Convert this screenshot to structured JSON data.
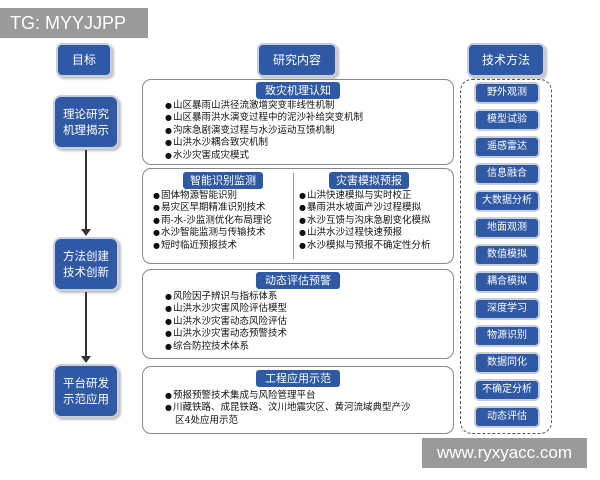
{
  "watermarks": {
    "top_left": "TG: MYYJJPP",
    "bottom_right": "www.ryxyacc.com"
  },
  "headers": {
    "goal": "目标",
    "content": "研究内容",
    "method": "技术方法"
  },
  "stages": [
    {
      "line1": "理论研究",
      "line2": "机理揭示"
    },
    {
      "line1": "方法创建",
      "line2": "技术创新"
    },
    {
      "line1": "平台研发",
      "line2": "示范应用"
    }
  ],
  "sections": {
    "mechanism": {
      "title": "致灾机理认知",
      "items": [
        "山区暴雨山洪径流激增突变非线性机制",
        "山区暴雨洪水演变过程中的泥沙补给突变机制",
        "沟床急剧演变过程与水沙运动互馈机制",
        "山洪水沙耦合致灾机制",
        "水沙灾害成灾模式"
      ]
    },
    "monitoring": {
      "title": "智能识别监测",
      "items": [
        "固体物源智能识别",
        "易灾区早期精准识别技术",
        "雨-水-沙监测优化布局理论",
        "水沙智能监测与传输技术",
        "短时临近预报技术"
      ]
    },
    "simulation": {
      "title": "灾害模拟预报",
      "items": [
        "山洪快速模拟与实时校正",
        "暴雨洪水坡面产沙过程模拟",
        "水沙互馈与沟床急剧变化模拟",
        "山洪水沙过程快速预报",
        "水沙模拟与预报不确定性分析"
      ]
    },
    "assessment": {
      "title": "动态评估预警",
      "items": [
        "风险因子辨识与指标体系",
        "山洪水沙灾害风险评估模型",
        "山洪水沙灾害动态风险评估",
        "山洪水沙灾害动态预警技术",
        "综合防控技术体系"
      ]
    },
    "application": {
      "title": "工程应用示范",
      "items": [
        "预报预警技术集成与风险管理平台",
        "川藏铁路、成昆铁路、汶川地震灾区、黄河流域典型产沙",
        "区4处应用示范"
      ]
    }
  },
  "methods": [
    "野外观测",
    "模型试验",
    "遥感雷达",
    "信息融合",
    "大数据分析",
    "地面观测",
    "数值模拟",
    "耦合模拟",
    "深度学习",
    "物源识别",
    "数据同化",
    "不确定分析",
    "动态评估"
  ],
  "colors": {
    "accent": "#2f58a5",
    "watermark": "#9a9a9a"
  }
}
